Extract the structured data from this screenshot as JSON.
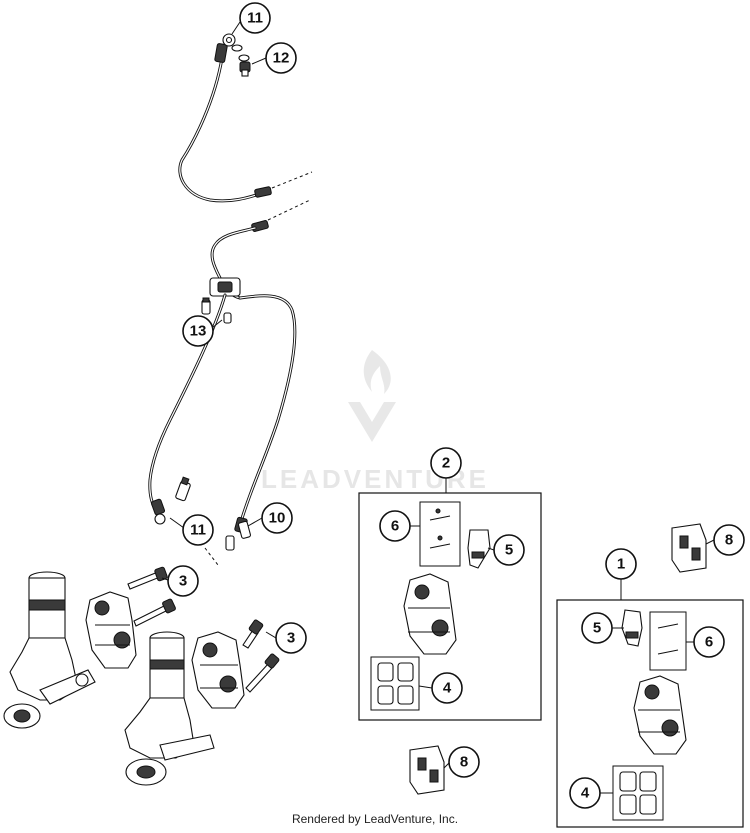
{
  "watermark": {
    "text": "LEADVENTURE"
  },
  "credit": "Rendered by LeadVenture, Inc.",
  "callouts": [
    "11",
    "12",
    "13",
    "11",
    "10",
    "3",
    "3",
    "2",
    "6",
    "5",
    "4",
    "8",
    "1",
    "5",
    "6",
    "4",
    "8"
  ]
}
